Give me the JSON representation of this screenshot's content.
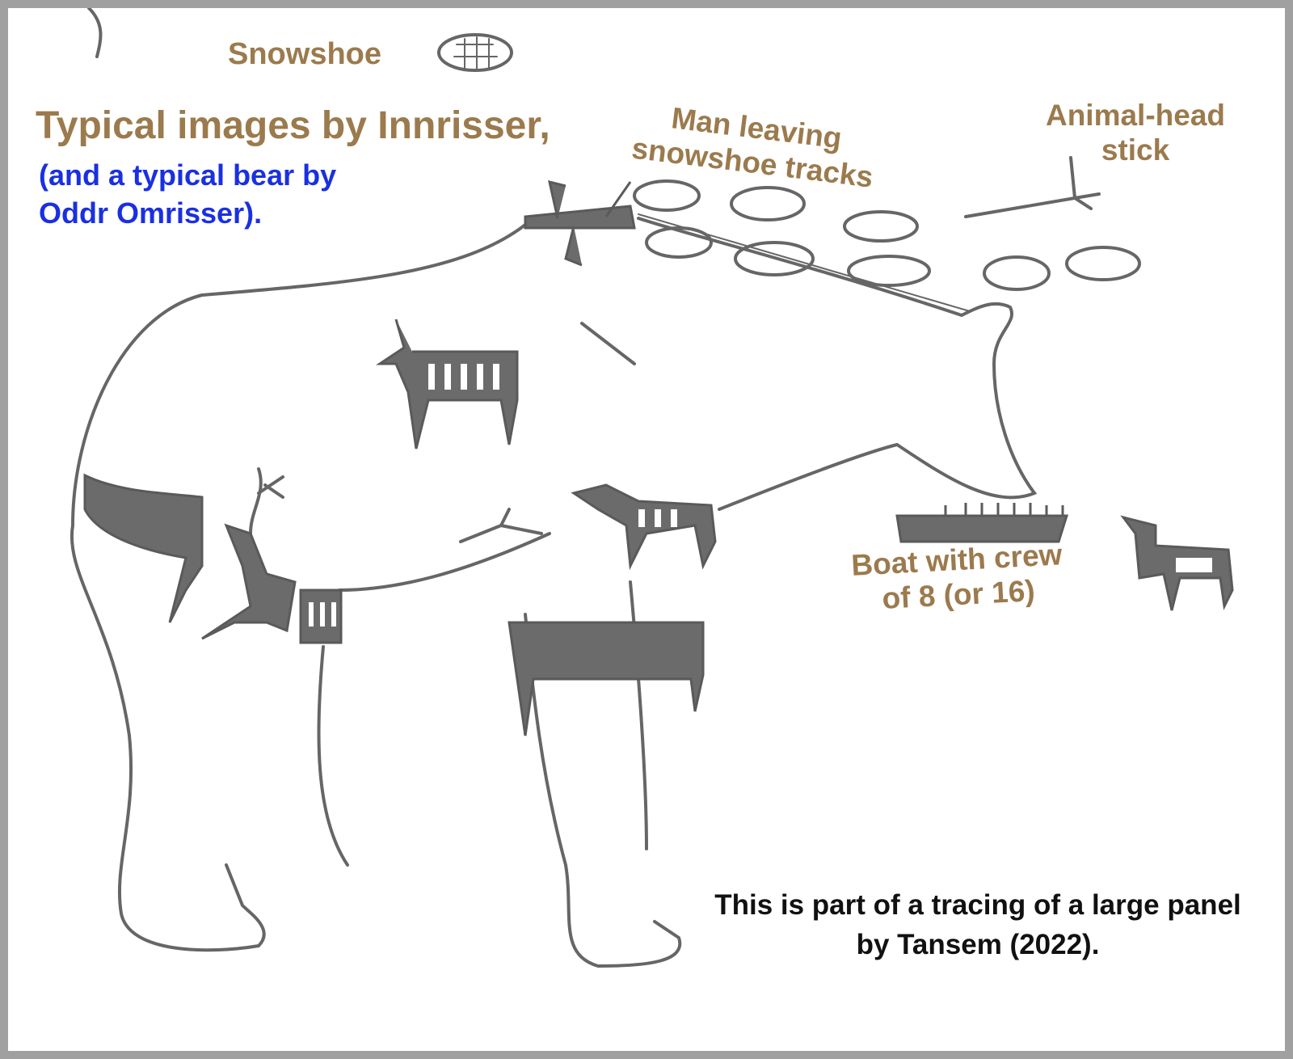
{
  "title": "Typical images by Innrisser,",
  "subtitle": "(and a typical bear by Oddr Omrisser).",
  "labels": {
    "snowshoe": "Snowshoe",
    "man_leaving": "Man leaving snowshoe tracks",
    "animal_head_stick": "Animal-head stick",
    "boat": "Boat with crew of 8 (or 16)"
  },
  "caption": "This is part of a tracing of a large panel by Tansem (2022).",
  "colors": {
    "label": "#9b7a4d",
    "subtitle": "#1a30e0",
    "figure": "#6b6b6b",
    "frame": "#a0a0a0"
  }
}
